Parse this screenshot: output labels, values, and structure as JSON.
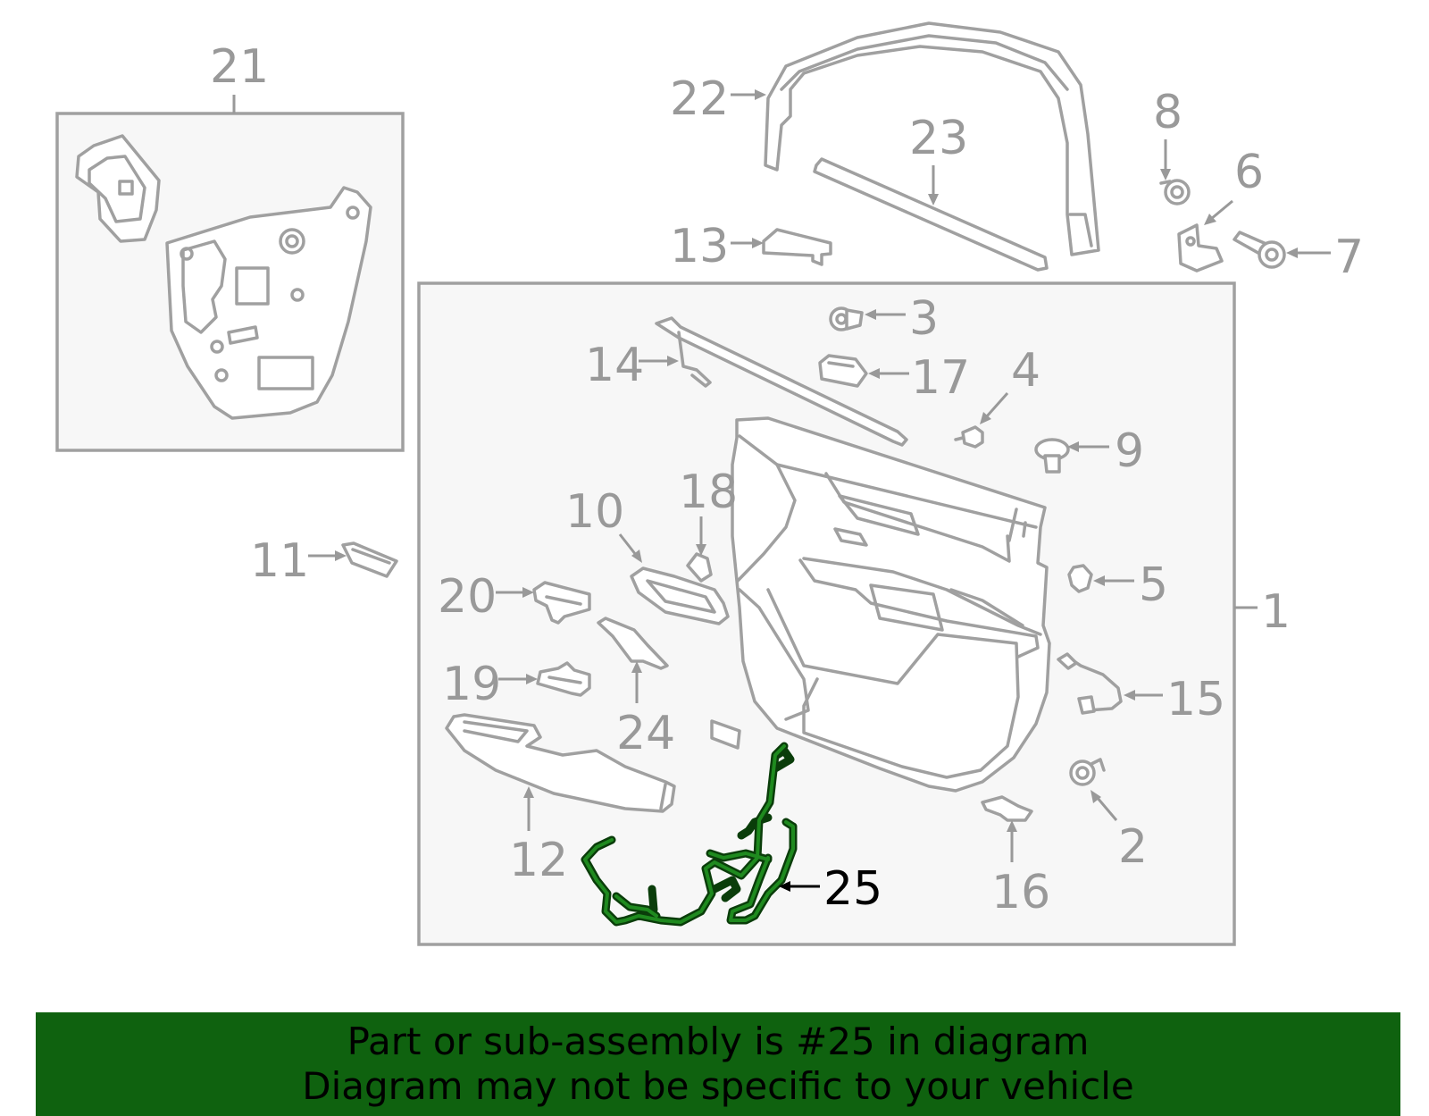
{
  "diagram": {
    "highlight_color": "#1f8a1f",
    "callouts": {
      "c1": "1",
      "c2": "2",
      "c3": "3",
      "c4": "4",
      "c5": "5",
      "c6": "6",
      "c7": "7",
      "c8": "8",
      "c9": "9",
      "c10": "10",
      "c11": "11",
      "c12": "12",
      "c13": "13",
      "c14": "14",
      "c15": "15",
      "c16": "16",
      "c17": "17",
      "c18": "18",
      "c19": "19",
      "c20": "20",
      "c21": "21",
      "c22": "22",
      "c23": "23",
      "c24": "24",
      "c25": "25"
    },
    "highlighted_callout": "25"
  },
  "banner": {
    "line1": "Part or sub-assembly is #25 in diagram",
    "line2": "Diagram may not be specific to your vehicle",
    "background": "#0f620f"
  }
}
